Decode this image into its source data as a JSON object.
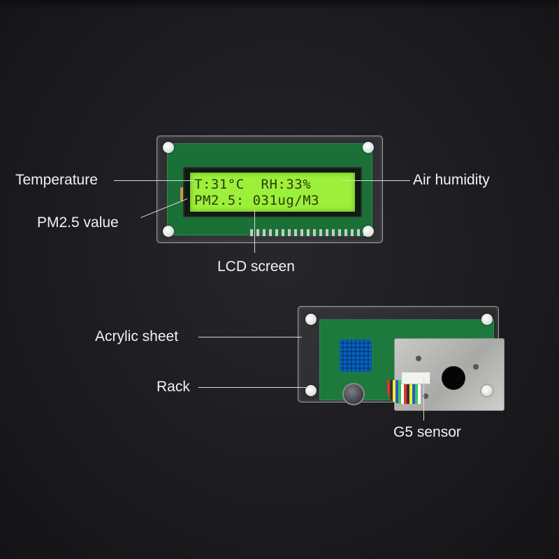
{
  "lcd": {
    "line1": "T:31°C  RH:33%",
    "line2": "PM2.5: 031ug/M3"
  },
  "labels": {
    "temperature": "Temperature",
    "air_humidity": "Air humidity",
    "pm25_value": "PM2.5 value",
    "lcd_screen": "LCD screen",
    "acrylic_sheet": "Acrylic sheet",
    "rack": "Rack",
    "g5_sensor": "G5 sensor"
  },
  "colors": {
    "background": "#1c1c20",
    "lcd_backlight": "#9df03a",
    "pcb_green": "#1d7a3c",
    "label_text": "#f2f2f2"
  }
}
